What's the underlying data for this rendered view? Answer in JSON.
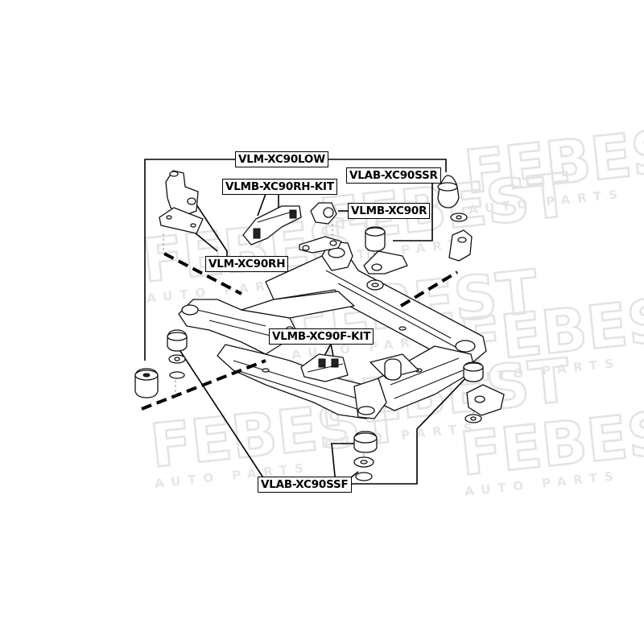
{
  "watermark": {
    "brand": "FEBEST",
    "tagline": "AUTO PARTS"
  },
  "labels": {
    "vlm_xc90low": "VLM-XC90LOW",
    "vlab_xc90ssr": "VLAB-XC90SSR",
    "vlmb_xc90rh_kit": "VLMB-XC90RH-KIT",
    "vlmb_xc90r": "VLMB-XC90R",
    "vlm_xc90rh": "VLM-XC90RH",
    "vlmb_xc90f_kit": "VLMB-XC90F-KIT",
    "vlab_xc90ssf": "VLAB-XC90SSF"
  }
}
